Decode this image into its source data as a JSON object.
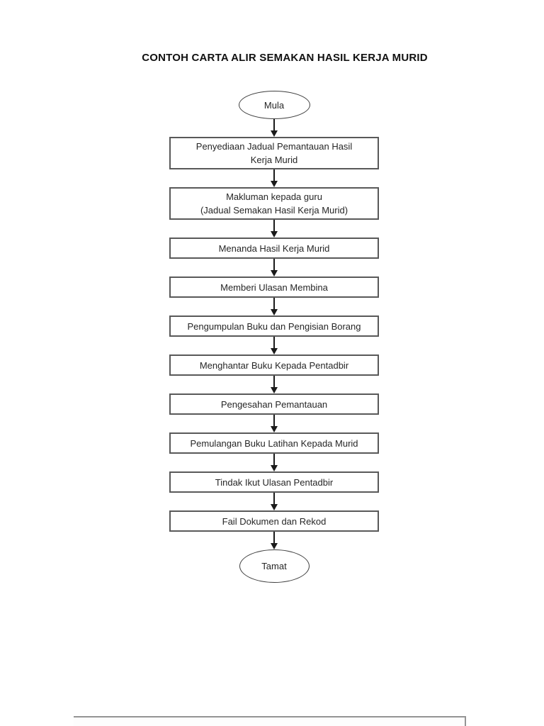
{
  "page": {
    "title": "CONTOH CARTA ALIR SEMAKAN HASIL KERJA MURID"
  },
  "colors": {
    "box_border": "#595959",
    "oval_border": "#3f3f3f",
    "text": "#262626",
    "arrow": "#1a1a1a",
    "frame_border": "#949494",
    "page_bg": "#ffffff"
  },
  "flowchart": {
    "direction": "top-to-bottom",
    "connector": "solid-arrow-down",
    "nodes": [
      {
        "type": "terminal",
        "label": "Mula"
      },
      {
        "type": "process",
        "label": "Penyediaan Jadual Pemantauan Hasil\nKerja Murid"
      },
      {
        "type": "process",
        "label": "Makluman kepada guru\n(Jadual Semakan Hasil Kerja Murid)"
      },
      {
        "type": "process",
        "label": "Menanda Hasil Kerja Murid"
      },
      {
        "type": "process",
        "label": "Memberi Ulasan Membina"
      },
      {
        "type": "process",
        "label": "Pengumpulan Buku dan Pengisian Borang"
      },
      {
        "type": "process",
        "label": "Menghantar Buku Kepada Pentadbir"
      },
      {
        "type": "process",
        "label": "Pengesahan Pemantauan"
      },
      {
        "type": "process",
        "label": "Pemulangan Buku Latihan Kepada Murid"
      },
      {
        "type": "process",
        "label": "Tindak Ikut Ulasan Pentadbir"
      },
      {
        "type": "process",
        "label": "Fail Dokumen dan Rekod"
      },
      {
        "type": "terminal",
        "label": "Tamat"
      }
    ]
  }
}
